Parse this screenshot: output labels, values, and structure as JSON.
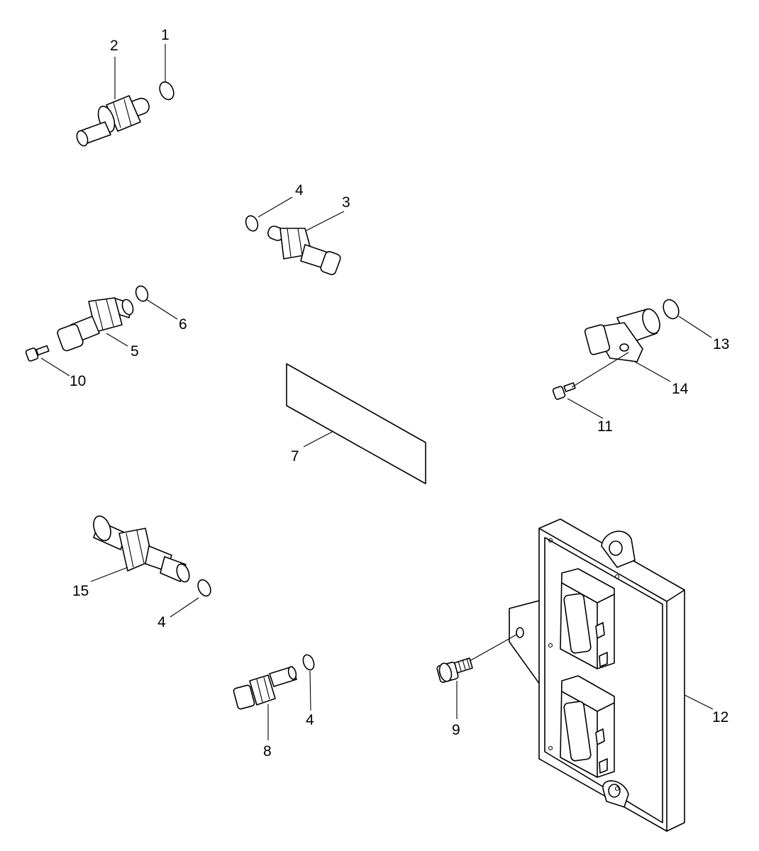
{
  "callouts": {
    "c1": "1",
    "c2": "2",
    "c3": "3",
    "c4a": "4",
    "c4b": "4",
    "c4c": "4",
    "c5": "5",
    "c6": "6",
    "c7": "7",
    "c8": "8",
    "c9": "9",
    "c10": "10",
    "c11": "11",
    "c12": "12",
    "c13": "13",
    "c14": "14",
    "c15": "15"
  }
}
